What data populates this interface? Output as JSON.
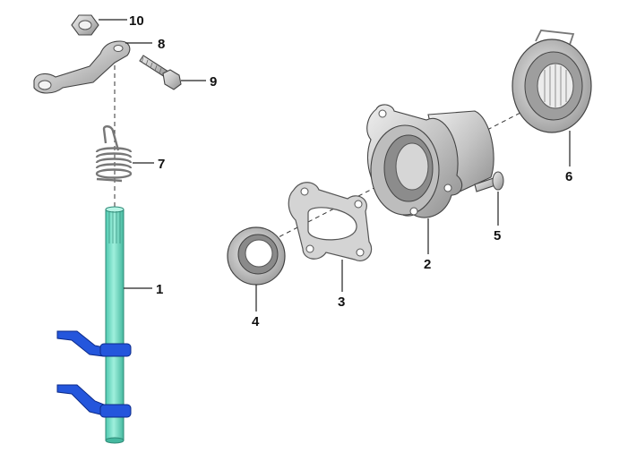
{
  "diagram": {
    "parts": [
      {
        "id": "shift-shaft",
        "callout": "1",
        "color": "#6fe0c8"
      },
      {
        "id": "bearing-housing",
        "callout": "2"
      },
      {
        "id": "gasket",
        "callout": "3"
      },
      {
        "id": "shaft-seal",
        "callout": "4"
      },
      {
        "id": "screw",
        "callout": "5"
      },
      {
        "id": "release-bearing",
        "callout": "6"
      },
      {
        "id": "spring",
        "callout": "7"
      },
      {
        "id": "lever",
        "callout": "8"
      },
      {
        "id": "bolt",
        "callout": "9"
      },
      {
        "id": "nut",
        "callout": "10"
      }
    ],
    "colors": {
      "shaft": "#6fe0c8",
      "fork": "#1f4fd6",
      "metal_light": "#d8d8d8",
      "metal_mid": "#a9a9a9",
      "metal_dark": "#6e6e6e"
    }
  }
}
